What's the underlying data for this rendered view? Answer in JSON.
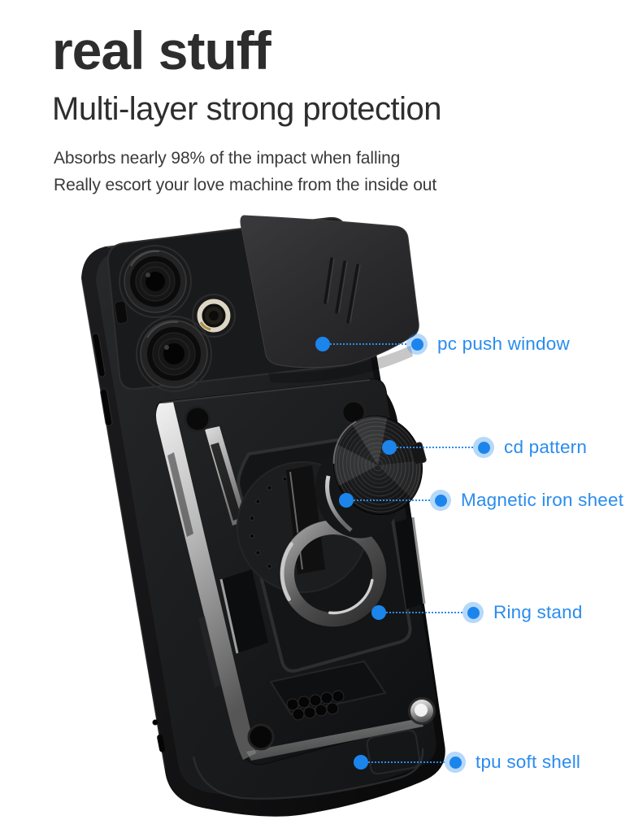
{
  "header": {
    "title": "real stuff",
    "subtitle": "Multi-layer strong protection",
    "description_lines": [
      "Absorbs nearly 98% of the impact when falling",
      "Really escort your love machine from the inside out"
    ]
  },
  "callouts": [
    {
      "label": "pc push window"
    },
    {
      "label": "cd pattern"
    },
    {
      "label": "Magnetic iron sheet"
    },
    {
      "label": "Ring stand"
    },
    {
      "label": "tpu soft shell"
    }
  ],
  "colors": {
    "background": "#ffffff",
    "accent_blue": "#2a8cee",
    "dot_blue": "#1b85ec",
    "heading_dark": "#2d2d2d",
    "case_black": "#17181a",
    "silver_accent": "#c9c9c9"
  }
}
